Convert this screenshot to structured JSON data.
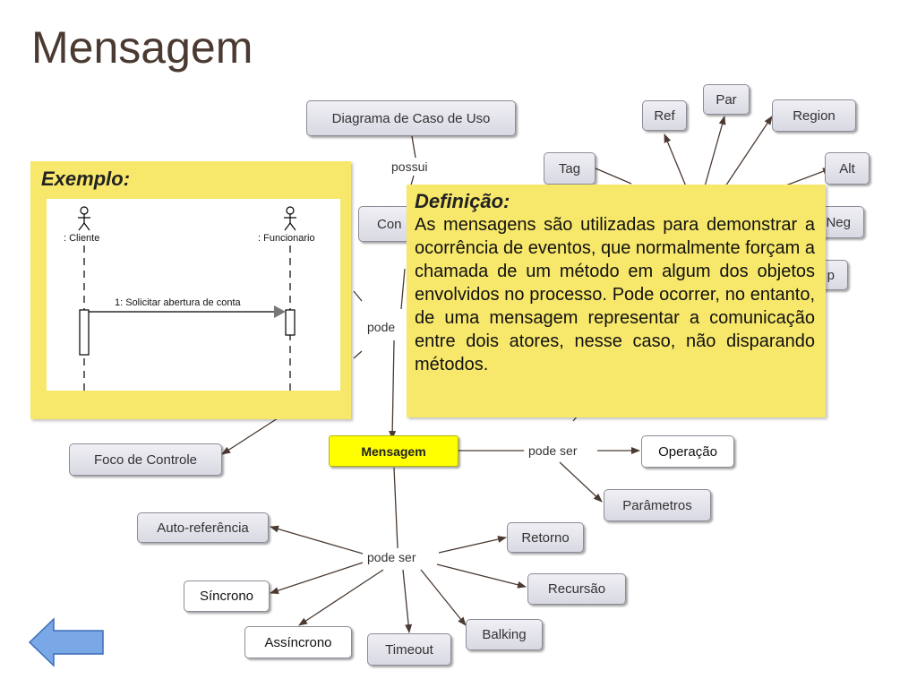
{
  "slide": {
    "title": "Mensagem"
  },
  "concept_map": {
    "center": "Mensagem",
    "nodes": {
      "caso_uso": "Diagrama de Caso de Uso",
      "con": "Con",
      "tag": "Tag",
      "ref": "Ref",
      "par": "Par",
      "region": "Region",
      "alt": "Alt",
      "neg": "Neg",
      "loop_partial": "p",
      "foco": "Foco de Controle",
      "operacao": "Operação",
      "parametros": "Parâmetros",
      "auto_ref": "Auto-referência",
      "retorno": "Retorno",
      "sincrono": "Síncrono",
      "recursao": "Recursão",
      "assincrono": "Assíncrono",
      "timeout": "Timeout",
      "balking": "Balking"
    },
    "links": {
      "possui": "possui",
      "pode_partial": "pode",
      "pode_ser_right": "pode ser",
      "pode_ser_bottom": "pode ser"
    }
  },
  "example": {
    "title": "Exemplo:",
    "actor_left": ": Cliente",
    "actor_right": ": Funcionario",
    "message": "1: Solicitar abertura de conta"
  },
  "definition": {
    "title": "Definição:",
    "body": "As mensagens são utilizadas para demonstrar a ocorrência de eventos, que normalmente forçam a chamada de um método em algum dos objetos envolvidos no processo. Pode ocorrer, no entanto, de uma mensagem representar a comunicação entre dois atores, nesse caso, não disparando métodos."
  },
  "colors": {
    "title": "#4a3a31",
    "center_node": "#ffff00",
    "panel": "#f7e86b",
    "node": "#e4e4ec",
    "nav_arrow": "#7aa7e6"
  },
  "navigation": {
    "back_icon": "left-arrow-icon"
  }
}
